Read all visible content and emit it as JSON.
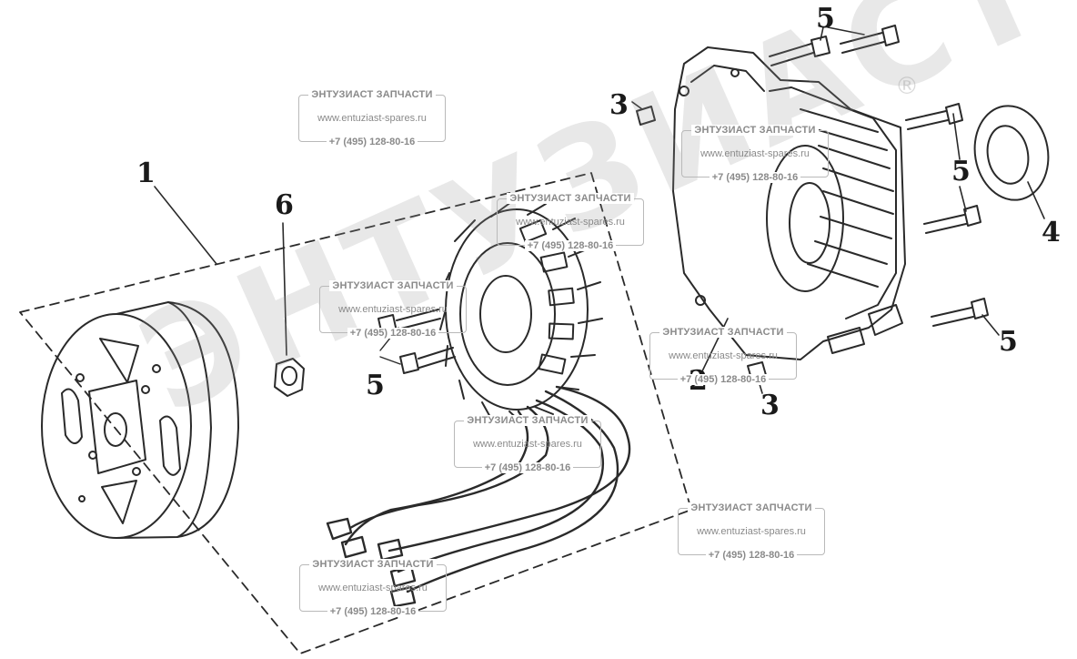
{
  "brand_watermark": "ЭНТУЗИАСТ",
  "registered_mark": "®",
  "contact_watermark": {
    "title": "ЭНТУЗИАСТ ЗАПЧАСТИ",
    "site": "www.entuziast-spares.ru",
    "phone": "+7 (495) 128-80-16"
  },
  "callouts": {
    "c1": "1",
    "c2": "2",
    "c3a": "3",
    "c3b": "3",
    "c4": "4",
    "c5a": "5",
    "c5b": "5",
    "c5c": "5",
    "c5d": "5",
    "c6": "6"
  },
  "colors": {
    "line": "#2a2a2a",
    "watermark": "#8a8a8a"
  }
}
